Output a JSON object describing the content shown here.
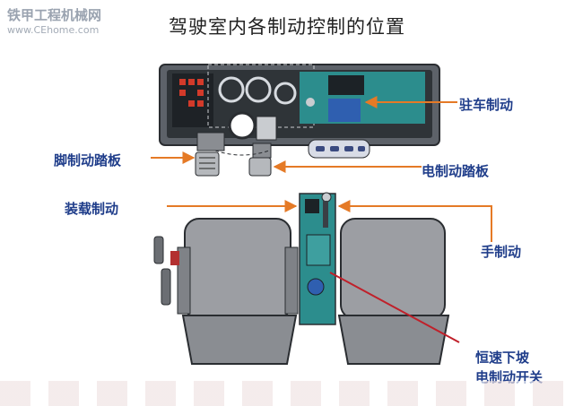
{
  "watermark": {
    "cn": "铁甲工程机械网",
    "url": "www.CEhome.com"
  },
  "title": "驾驶室内各制动控制的位置",
  "labels": {
    "parking_brake": "驻车制动",
    "foot_brake_pedal": "脚制动踏板",
    "electric_brake_pedal": "电制动踏板",
    "loading_brake": "装载制动",
    "hand_brake": "手制动",
    "constant_speed_line1": "恒速下坡",
    "constant_speed_line2": "电制动开关"
  },
  "colors": {
    "label": "#1f3d8a",
    "arrow_orange": "#e57a26",
    "pointer_red": "#c0202a",
    "dash_panel": "#3a3f45",
    "teal_panel": "#2c8d8d",
    "seat": "#9c9ea3"
  }
}
